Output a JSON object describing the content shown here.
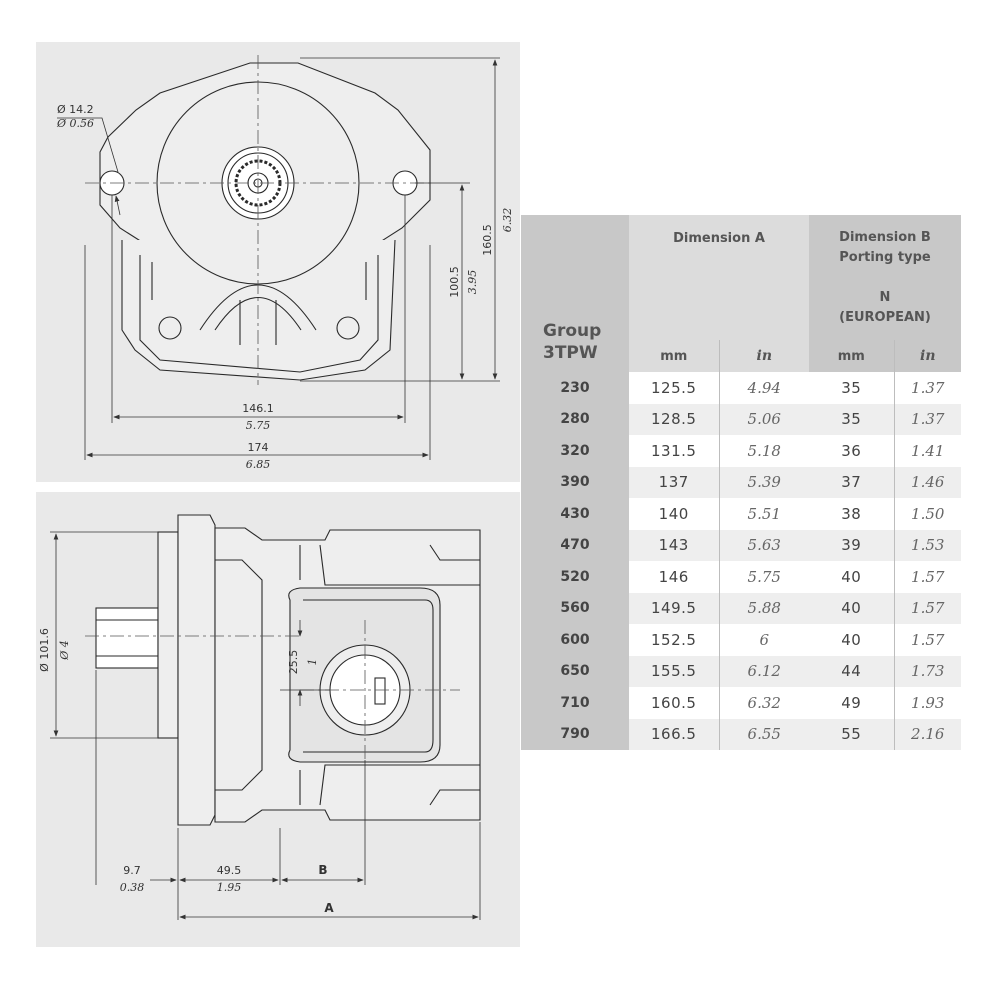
{
  "top_view": {
    "hole_dia_mm": "Ø 14.2",
    "hole_dia_in": "Ø 0.56",
    "height_total_mm": "160.5",
    "height_total_in": "6.32",
    "height_center_mm": "100.5",
    "height_center_in": "3.95",
    "hole_spacing_mm": "146.1",
    "hole_spacing_in": "5.75",
    "width_mm": "174",
    "width_in": "6.85"
  },
  "side_view": {
    "pilot_dia_mm": "Ø 101.6",
    "pilot_dia_in": "Ø 4",
    "port_offset_mm": "25.5",
    "port_offset_in": "1",
    "shaft_len_mm": "9.7",
    "shaft_len_in": "0.38",
    "flange_len_mm": "49.5",
    "flange_len_in": "1.95",
    "label_b": "B",
    "label_a": "A"
  },
  "table": {
    "group_label_line1": "Group",
    "group_label_line2": "3TPW",
    "dim_a_label": "Dimension A",
    "dim_b_label_line1": "Dimension B",
    "dim_b_label_line2": "Porting type",
    "porting_code": "N",
    "porting_name": "(EUROPEAN)",
    "unit_mm": "mm",
    "unit_in": "in",
    "rows": [
      {
        "group": "230",
        "a_mm": "125.5",
        "a_in": "4.94",
        "b_mm": "35",
        "b_in": "1.37"
      },
      {
        "group": "280",
        "a_mm": "128.5",
        "a_in": "5.06",
        "b_mm": "35",
        "b_in": "1.37"
      },
      {
        "group": "320",
        "a_mm": "131.5",
        "a_in": "5.18",
        "b_mm": "36",
        "b_in": "1.41"
      },
      {
        "group": "390",
        "a_mm": "137",
        "a_in": "5.39",
        "b_mm": "37",
        "b_in": "1.46"
      },
      {
        "group": "430",
        "a_mm": "140",
        "a_in": "5.51",
        "b_mm": "38",
        "b_in": "1.50"
      },
      {
        "group": "470",
        "a_mm": "143",
        "a_in": "5.63",
        "b_mm": "39",
        "b_in": "1.53"
      },
      {
        "group": "520",
        "a_mm": "146",
        "a_in": "5.75",
        "b_mm": "40",
        "b_in": "1.57"
      },
      {
        "group": "560",
        "a_mm": "149.5",
        "a_in": "5.88",
        "b_mm": "40",
        "b_in": "1.57"
      },
      {
        "group": "600",
        "a_mm": "152.5",
        "a_in": "6",
        "b_mm": "40",
        "b_in": "1.57"
      },
      {
        "group": "650",
        "a_mm": "155.5",
        "a_in": "6.12",
        "b_mm": "44",
        "b_in": "1.73"
      },
      {
        "group": "710",
        "a_mm": "160.5",
        "a_in": "6.32",
        "b_mm": "49",
        "b_in": "1.93"
      },
      {
        "group": "790",
        "a_mm": "166.5",
        "a_in": "6.55",
        "b_mm": "55",
        "b_in": "2.16"
      }
    ]
  }
}
